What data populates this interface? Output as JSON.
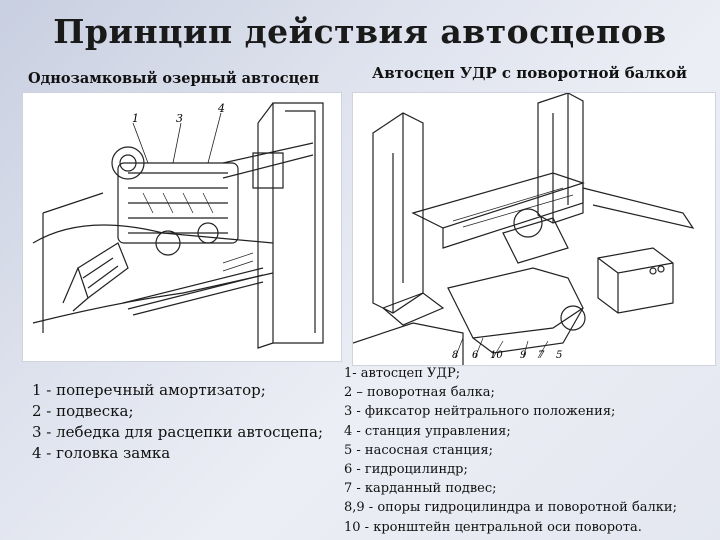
{
  "title": "Принцип действия автосцепов",
  "left": {
    "subtitle": "Однозамковый озерный автосцеп",
    "legend": [
      "1 - поперечный  амортизатор;",
      "2 - подвеска;",
      "3 - лебедка  для  расцепки автосцепа;",
      "4 - головка замка"
    ]
  },
  "right": {
    "subtitle": "Автосцеп УДР с поворотной балкой",
    "legend": [
      "1- автосцеп УДР;",
      "2 – поворотная балка;",
      "3 - фиксатор нейтрального положения;",
      "4 - станция управления;",
      "5 - насосная станция;",
      "6 - гидроцилиндр;",
      "7 - карданный подвес;",
      "8,9 - опоры  гидроцилиндра  и  поворотной  балки;",
      "10 - кронштейн  центральной  оси  поворота."
    ]
  },
  "figures": {
    "left_callouts": [
      "1",
      "3",
      "4"
    ],
    "right_callouts": [
      "8",
      "6",
      "10",
      "9",
      "7",
      "5"
    ]
  }
}
